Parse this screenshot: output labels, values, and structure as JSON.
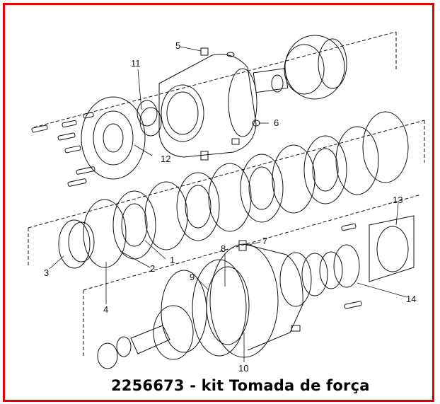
{
  "caption": "2256673 -  kit Tomada de força",
  "colors": {
    "border": "#e00000",
    "line": "#111111",
    "fill": "#ffffff"
  },
  "callouts": [
    "1",
    "2",
    "3",
    "4",
    "5",
    "6",
    "7",
    "8",
    "9",
    "10",
    "11",
    "12",
    "13",
    "14"
  ]
}
